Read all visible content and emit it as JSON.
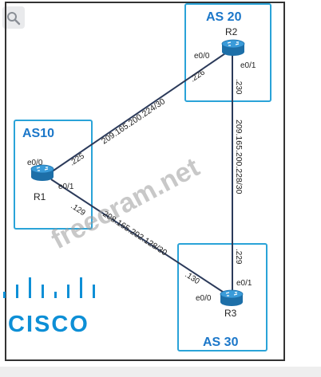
{
  "diagram": {
    "as_boxes": [
      {
        "id": "as10",
        "label": "AS10"
      },
      {
        "id": "as20",
        "label": "AS 20"
      },
      {
        "id": "as30",
        "label": "AS 30"
      }
    ],
    "routers": [
      {
        "id": "r1",
        "label": "R1"
      },
      {
        "id": "r2",
        "label": "R2"
      },
      {
        "id": "r3",
        "label": "R3"
      }
    ],
    "links": [
      {
        "id": "r1-r2",
        "subnet": "209.165.200.224/30"
      },
      {
        "id": "r2-r3",
        "subnet": "209.165.200.228/30"
      },
      {
        "id": "r1-r3",
        "subnet": "208.165.202.128/30"
      }
    ],
    "interface_labels": {
      "r1_e0_0": "e0/0",
      "r1_e0_1": "e0/1",
      "r2_e0_0": "e0/0",
      "r2_e0_1": "e0/1",
      "r3_e0_0": "e0/0",
      "r3_e0_1": "e0/1"
    },
    "host_labels": {
      "r1_225": ".225",
      "r2_226": ".226",
      "r2_230": ".230",
      "r3_229": ".229",
      "r1_129": ".129",
      "r3_130": ".130"
    }
  },
  "watermark": "freecram.net",
  "logo": {
    "text": "CISCO"
  },
  "colors": {
    "as_border": "#2aa3d8",
    "as_label": "#1b77c9",
    "link": "#2b3a5a",
    "router_top": "#3a9bd9",
    "router_side": "#1d6fa8",
    "frame": "#333333",
    "cisco_blue": "#0d8fd6"
  }
}
